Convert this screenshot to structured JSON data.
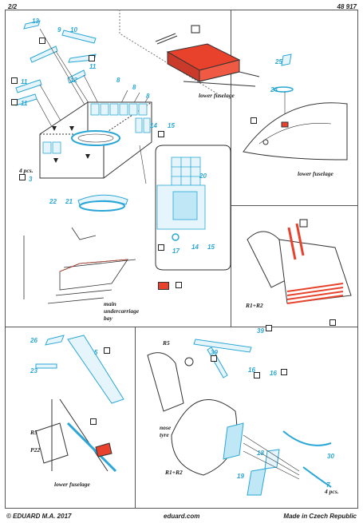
{
  "header": {
    "page": "2/2",
    "code": "48 917"
  },
  "footer": {
    "copyright": "© EDUARD  M.A. 2017",
    "website": "eduard.com",
    "origin": "Made in Czech Republic"
  },
  "captions": {
    "lower_fuselage_top": "lower fuselage",
    "lower_fuselage_right": "lower fuselage",
    "lower_fuselage_bottom": "lower fuselage",
    "main_undercarriage_bay": "main\nundercarriage\nbay",
    "nose_tyre": "nose\ntyre",
    "four_pcs_left": "4 pcs.",
    "four_pcs_right": "4 pcs.",
    "r1r2_right": "R1+R2",
    "r1r2_bottom": "R1+R2",
    "r5_top": "R5",
    "r5_left": "R5",
    "p22": "P22"
  },
  "part_numbers": {
    "n13": "13",
    "n9": "9",
    "n10": "10",
    "n11a": "11",
    "n11b": "11",
    "n11c": "11",
    "n12": "12",
    "n8a": "8",
    "n8b": "8",
    "n8c": "8",
    "n14": "14",
    "n15": "15",
    "n3": "3",
    "n22": "22",
    "n21": "21",
    "n20": "20",
    "n17": "17",
    "n14b": "14",
    "n15b": "15",
    "n25": "25",
    "n24": "24",
    "n26": "26",
    "n23": "23",
    "n5": "5",
    "n39": "39",
    "n39b": "39",
    "n16": "16",
    "n16b": "16",
    "n18": "18",
    "n19": "19",
    "n30": "30",
    "n7": "7"
  },
  "colors": {
    "red": "#e8412c",
    "cyan": "#2aa7d6",
    "line": "#333333",
    "panel_border": "#555555"
  },
  "icons": [
    "bend-icon",
    "fold-icon",
    "paint-icon",
    "check-icon",
    "photo-etch-icon",
    "remove-icon"
  ]
}
